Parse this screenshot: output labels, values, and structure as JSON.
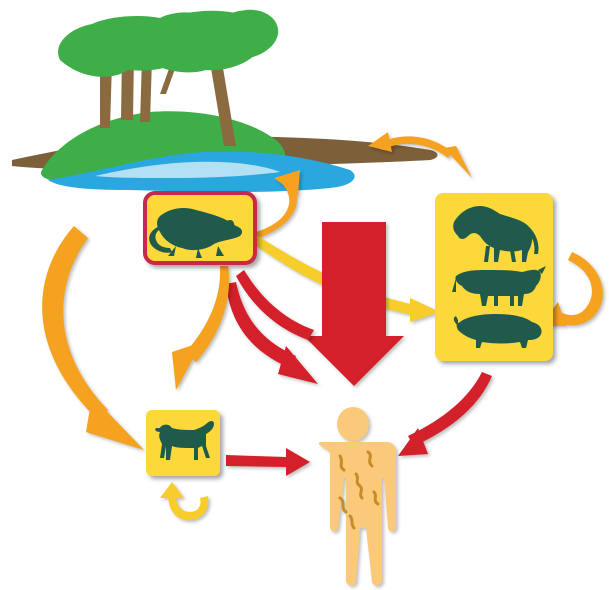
{
  "colors": {
    "background": "#ffffff",
    "tree_green": "#3fae49",
    "trunk_brown": "#8a6a3f",
    "ground_brown": "#7d5f3a",
    "water_blue": "#2aa7df",
    "card_yellow": "#fcd83a",
    "card_border_red": "#c8284a",
    "animal_green": "#1f5a4a",
    "arrow_orange": "#f4a21f",
    "arrow_yellow": "#f6cd2a",
    "arrow_red": "#d3202a",
    "human_skin": "#fbc97a",
    "worm_brown": "#c98a2a"
  },
  "nodes": [
    {
      "id": "forest",
      "icon": "forest-landscape-icon"
    },
    {
      "id": "rodent",
      "icon": "rat-icon"
    },
    {
      "id": "livestock",
      "icons": [
        "horse-icon",
        "cow-icon",
        "pig-icon"
      ]
    },
    {
      "id": "dog",
      "icon": "dog-icon"
    },
    {
      "id": "human",
      "icon": "human-figure-icon"
    }
  ],
  "arrows": [
    {
      "from": "forest",
      "to": "livestock",
      "color": "orange",
      "style": "double-headed"
    },
    {
      "from": "rodent",
      "to": "forest",
      "color": "orange",
      "style": "curved"
    },
    {
      "from": "rodent",
      "to": "livestock",
      "color": "yellow",
      "style": "curved"
    },
    {
      "from": "forest",
      "to": "human",
      "color": "red",
      "style": "big-down"
    },
    {
      "from": "rodent",
      "to": "human",
      "color": "red",
      "style": "curved"
    },
    {
      "from": "rodent",
      "to": "dog",
      "color": "orange",
      "style": "curved"
    },
    {
      "from": "forest",
      "to": "dog",
      "color": "orange",
      "style": "curved"
    },
    {
      "from": "livestock",
      "to": "human",
      "color": "red",
      "style": "curved"
    },
    {
      "from": "dog",
      "to": "human",
      "color": "red",
      "style": "straight"
    },
    {
      "from": "livestock",
      "to": "livestock",
      "color": "orange",
      "style": "self-loop"
    },
    {
      "from": "dog",
      "to": "dog",
      "color": "yellow",
      "style": "self-loop"
    }
  ]
}
